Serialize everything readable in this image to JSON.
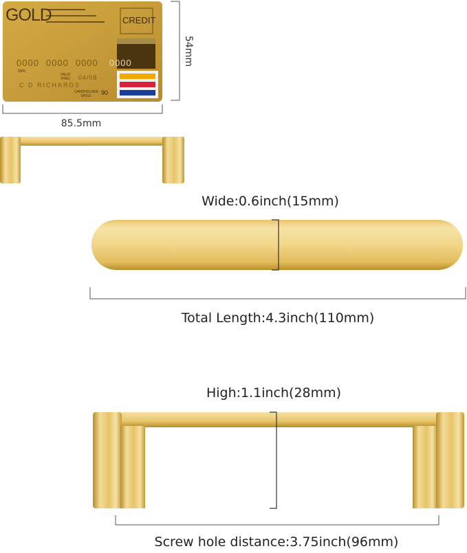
{
  "card": {
    "brand": "GOLD",
    "type_label": "CREDIT",
    "number_groups": [
      "0000",
      "0000",
      "0000",
      "0000"
    ],
    "small_number": "0000",
    "valid_thru_label": "VALID THRU",
    "valid_thru": "04/08",
    "holder_name": "C D RICHARDS",
    "cardholder_since_label": "CARDHOLDER SINCE",
    "cardholder_since": "90",
    "stripe_colors": [
      "#f2a900",
      "#d8243a",
      "#1c3c9a"
    ]
  },
  "dimensions": {
    "card_height": "54mm",
    "card_width": "85.5mm",
    "wide": "Wide:0.6inch(15mm)",
    "total_length": "Total Length:4.3inch(110mm)",
    "high": "High:1.1inch(28mm)",
    "screw_hole_distance": "Screw hole distance:3.75inch(96mm)"
  },
  "colors": {
    "gold_light": "#f3d98a",
    "gold_mid": "#d9b24a",
    "gold_dark": "#a8801e",
    "card_gold": "#c9a040"
  }
}
